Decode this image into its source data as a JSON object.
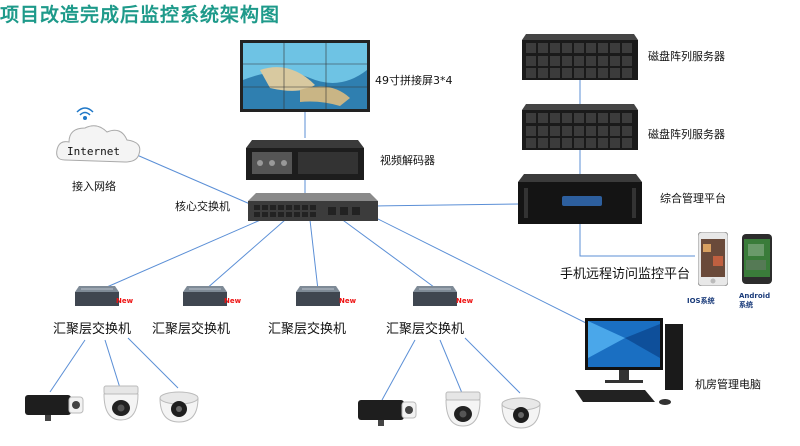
{
  "title": "项目改造完成后监控系统架构图",
  "nodes": {
    "screen": "49寸拼接屏3*4",
    "disk_server_1": "磁盘阵列服务器",
    "disk_server_2": "磁盘阵列服务器",
    "decoder": "视频解码器",
    "mgmt_platform": "综合管理平台",
    "core_switch": "核心交换机",
    "internet_cloud": "Internet",
    "internet_access": "接入网络",
    "mobile": "手机远程访问监控平台",
    "ios": "IOS系统",
    "android": "Android 系统",
    "pc": "机房管理电脑",
    "agg_switch": [
      "汇聚层交换机",
      "汇聚层交换机",
      "汇聚层交换机",
      "汇聚层交换机"
    ],
    "new_badge": "New"
  },
  "colors": {
    "title": "#1e9a8a",
    "link": "#5b8fd6",
    "badge": "#e11111"
  }
}
